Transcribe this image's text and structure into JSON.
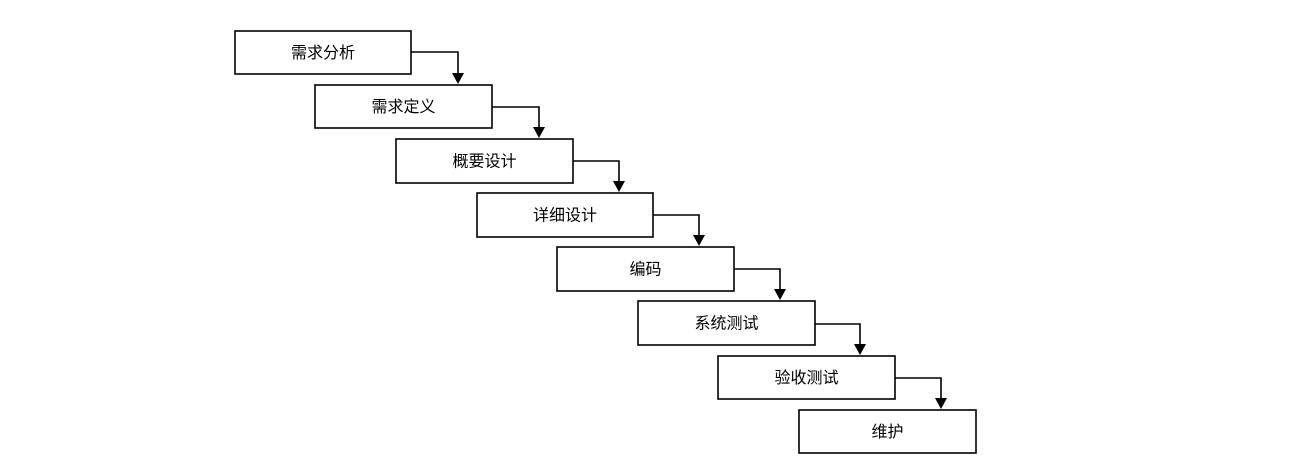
{
  "diagram": {
    "type": "waterfall-flow",
    "stages": [
      {
        "id": "requirements-analysis",
        "label": "需求分析"
      },
      {
        "id": "requirements-definition",
        "label": "需求定义"
      },
      {
        "id": "high-level-design",
        "label": "概要设计"
      },
      {
        "id": "detailed-design",
        "label": "详细设计"
      },
      {
        "id": "coding",
        "label": "编码"
      },
      {
        "id": "system-testing",
        "label": "系统测试"
      },
      {
        "id": "acceptance-testing",
        "label": "验收测试"
      },
      {
        "id": "maintenance",
        "label": "维护"
      }
    ],
    "edges": [
      {
        "from": "requirements-analysis",
        "to": "requirements-definition"
      },
      {
        "from": "requirements-definition",
        "to": "high-level-design"
      },
      {
        "from": "high-level-design",
        "to": "detailed-design"
      },
      {
        "from": "detailed-design",
        "to": "coding"
      },
      {
        "from": "coding",
        "to": "system-testing"
      },
      {
        "from": "system-testing",
        "to": "acceptance-testing"
      },
      {
        "from": "acceptance-testing",
        "to": "maintenance"
      }
    ]
  }
}
